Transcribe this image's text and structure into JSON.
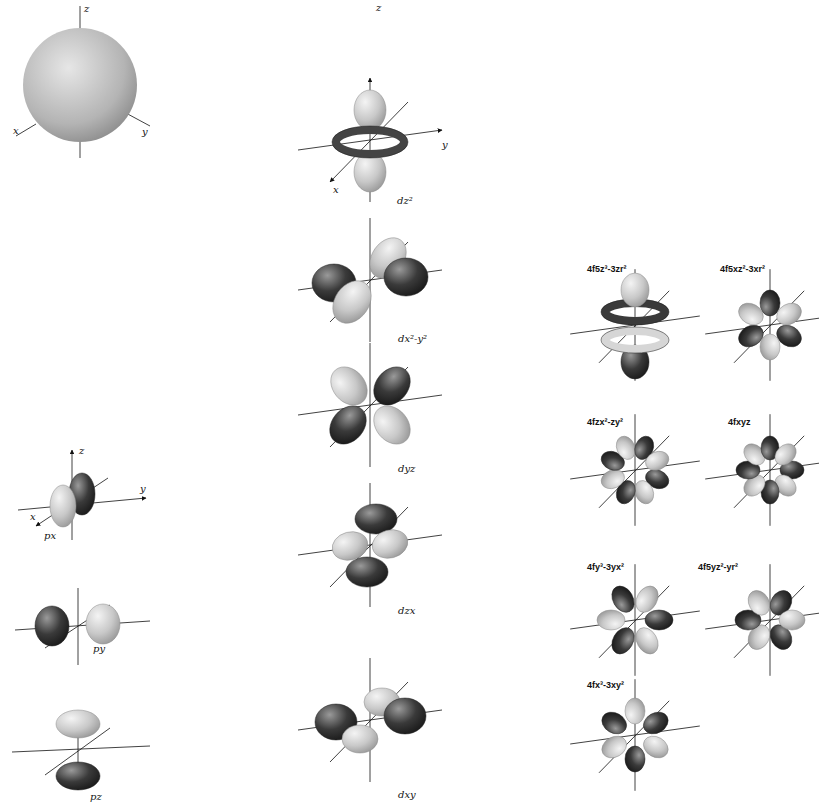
{
  "diagram": {
    "labels": [
      "z",
      "x",
      "y",
      "z",
      "y",
      "x",
      "dz²",
      "dx²-y²",
      "dyz",
      "dzx",
      "dxy",
      "z",
      "y",
      "x",
      "px",
      "py",
      "pz",
      "4f5z³-3zr²",
      "4f5xz²-3xr²",
      "4fzx²-zy²",
      "4fxyz",
      "4fy³-3yx²",
      "4f5yz²-yr²",
      "4fx³-3xy²"
    ]
  }
}
